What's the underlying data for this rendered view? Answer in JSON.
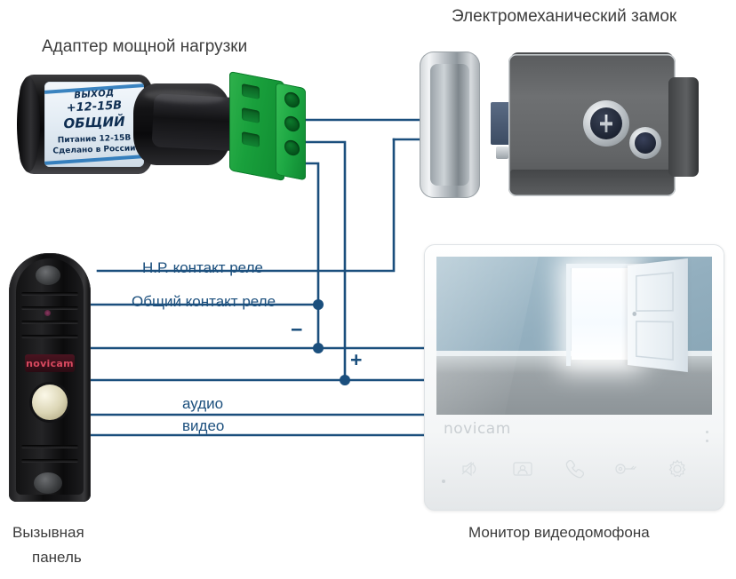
{
  "diagram": {
    "background": "#ffffff",
    "wire_color": "#1b4f7d",
    "label_color": "#1b4f7d",
    "title_color": "#3d3d3d"
  },
  "titles": {
    "adapter": "Адаптер мощной нагрузки",
    "lock": "Электромеханический замок"
  },
  "captions": {
    "panel_line1": "Вызывная",
    "panel_line2": "панель",
    "monitor": "Монитор видеодомофона"
  },
  "wire_labels": {
    "nr_relay": "Н.Р. контакт реле",
    "common_relay": "Общий контакт реле",
    "audio": "аудио",
    "video": "видео",
    "minus": "−",
    "plus": "+"
  },
  "adapter": {
    "label_out": "ВЫХОД",
    "label_voltage": "+12-15В",
    "label_common": "ОБЩИЙ",
    "label_power": "Питание   12-15В",
    "label_made": "Сделано в России",
    "terminal_ports": 3,
    "terminal_color": "#19a03c"
  },
  "call_panel": {
    "brand": "novicam",
    "camera_icon": "camera-lens-icon",
    "speaker_icon": "speaker-grille-icon",
    "led_icon": "indicator-led-icon",
    "call_button_icon": "call-button-icon",
    "wire_count": 6
  },
  "monitor": {
    "brand": "novicam",
    "screen_scene": "open-door-room",
    "keys": [
      {
        "name": "mute-key",
        "icon": "speaker-mute-icon"
      },
      {
        "name": "view-key",
        "icon": "picture-frame-icon"
      },
      {
        "name": "talk-key",
        "icon": "phone-handset-icon"
      },
      {
        "name": "unlock-key",
        "icon": "key-icon"
      },
      {
        "name": "settings-key",
        "icon": "gear-icon"
      }
    ]
  },
  "connections": [
    {
      "from": "adapter-terminal-1",
      "to": "lock-terminal-top",
      "label": ""
    },
    {
      "from": "adapter-terminal-2",
      "to": "lock-terminal-bottom",
      "label": ""
    },
    {
      "from": "adapter-terminal-3",
      "to": "junction-minus",
      "label": ""
    },
    {
      "from": "panel-wire-1",
      "to": "relay-nr-bus",
      "label": "Н.Р. контакт реле"
    },
    {
      "from": "panel-wire-2",
      "to": "relay-common-bus",
      "label": "Общий контакт реле"
    },
    {
      "from": "panel-wire-3",
      "to": "monitor-power-neg",
      "label": "−"
    },
    {
      "from": "panel-wire-4",
      "to": "monitor-power-pos",
      "label": "+"
    },
    {
      "from": "panel-wire-5",
      "to": "monitor-audio",
      "label": "аудио"
    },
    {
      "from": "panel-wire-6",
      "to": "monitor-video",
      "label": "видео"
    }
  ]
}
